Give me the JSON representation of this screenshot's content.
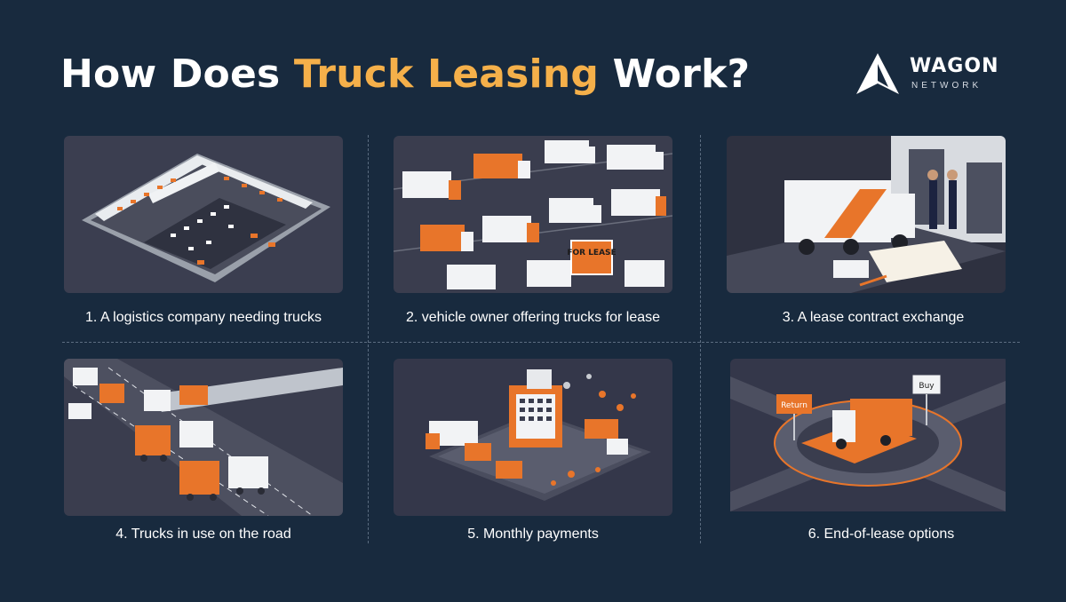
{
  "header": {
    "title_pre": "How Does ",
    "title_accent": "Truck Leasing",
    "title_post": " Work?"
  },
  "logo": {
    "word": "WAGON",
    "sub": "NETWORK"
  },
  "steps": [
    {
      "label": "1. A logistics company needing trucks"
    },
    {
      "label": "2. vehicle owner offering trucks for lease",
      "sign": "FOR LEASE"
    },
    {
      "label": "3. A lease contract exchange"
    },
    {
      "label": "4. Trucks in use on the road"
    },
    {
      "label": "5. Monthly payments"
    },
    {
      "label": "6. End-of-lease options",
      "sign_return": "Return",
      "sign_buy": "Buy"
    }
  ],
  "colors": {
    "background": "#182a3e",
    "accent": "#f5b04a",
    "orange": "#e8752a",
    "card": "#3a3d4e"
  }
}
